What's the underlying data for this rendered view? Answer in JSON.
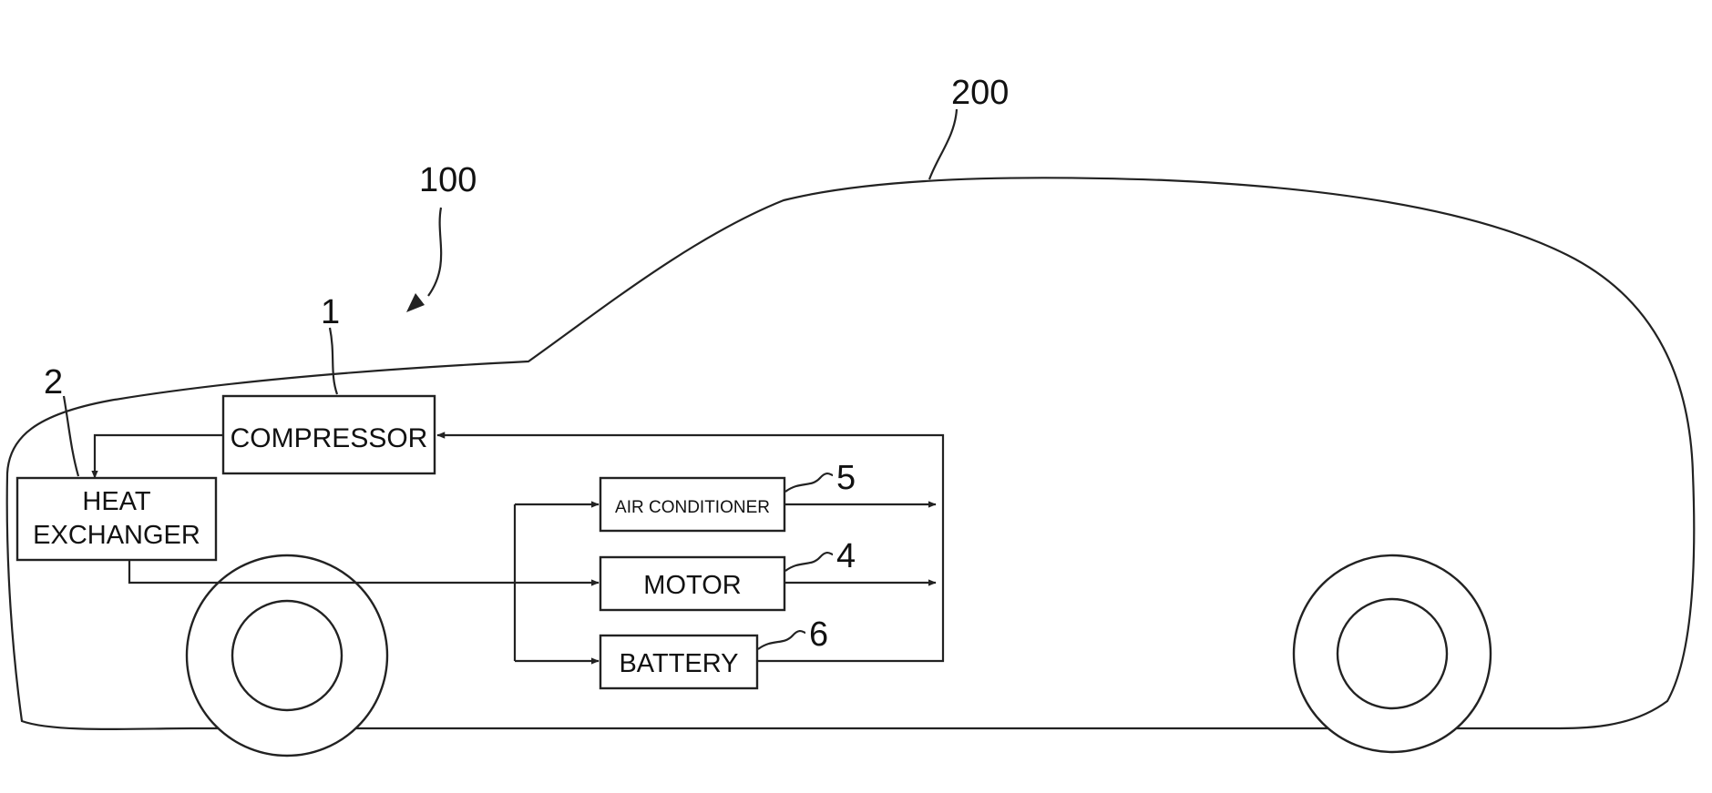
{
  "labels": {
    "vehicle": "200",
    "system": "100",
    "compressor_ref": "1",
    "heat_exchanger_ref": "2",
    "motor_ref": "4",
    "air_conditioner_ref": "5",
    "battery_ref": "6"
  },
  "components": {
    "compressor": "COMPRESSOR",
    "heat_exchanger_line1": "HEAT",
    "heat_exchanger_line2": "EXCHANGER",
    "air_conditioner": "AIR CONDITIONER",
    "motor": "MOTOR",
    "battery": "BATTERY"
  }
}
